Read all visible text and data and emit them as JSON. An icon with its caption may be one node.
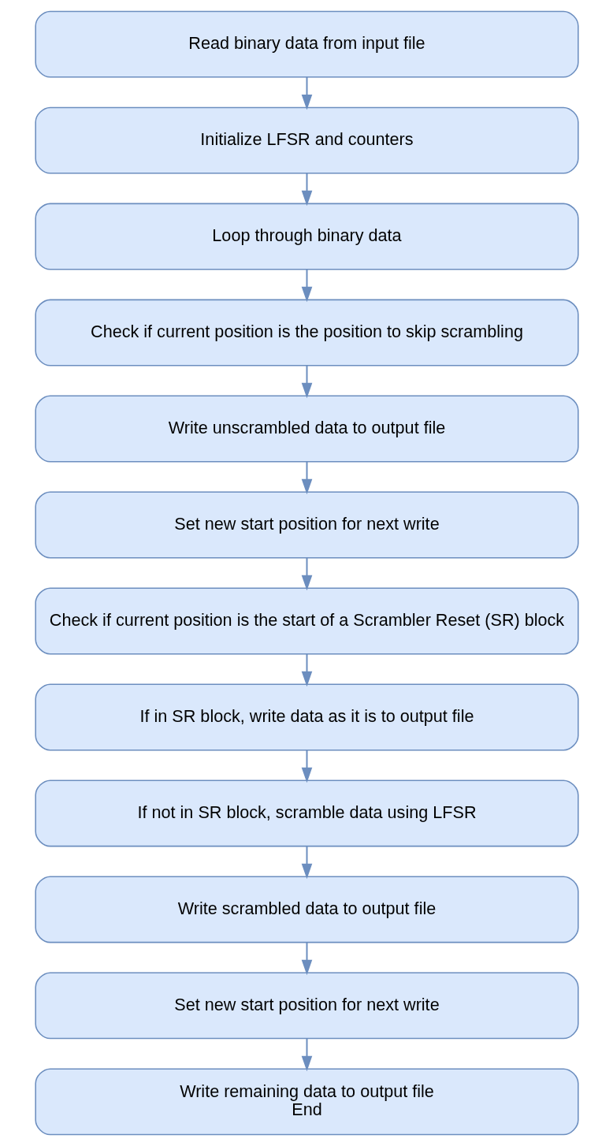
{
  "diagram": {
    "nodes": [
      {
        "text": [
          "Read binary data from input file"
        ]
      },
      {
        "text": [
          "Initialize LFSR and counters"
        ]
      },
      {
        "text": [
          "Loop through binary data"
        ]
      },
      {
        "text": [
          "Check if current position is the position to skip scrambling"
        ]
      },
      {
        "text": [
          "Write unscrambled data to output file"
        ]
      },
      {
        "text": [
          "Set new start position for next write"
        ]
      },
      {
        "text": [
          "Check if current position is the start of a Scrambler Reset (SR) block"
        ]
      },
      {
        "text": [
          "If in SR block, write data as it is to output file"
        ]
      },
      {
        "text": [
          "If not in SR block, scramble data using LFSR"
        ]
      },
      {
        "text": [
          "Write scrambled data to output file"
        ]
      },
      {
        "text": [
          "Set new start position for next write"
        ]
      },
      {
        "text": [
          "Write remaining data to output file",
          "End"
        ]
      }
    ],
    "edges": [
      {
        "from": 0,
        "to": 1,
        "arrow": "to"
      },
      {
        "from": 1,
        "to": 2,
        "arrow": "to"
      },
      {
        "from": 2,
        "to": 3,
        "arrow": "to"
      },
      {
        "from": 3,
        "to": 4,
        "arrow": "to"
      },
      {
        "from": 4,
        "to": 5,
        "arrow": "to"
      },
      {
        "from": 5,
        "to": 6,
        "arrow": "to"
      },
      {
        "from": 6,
        "to": 7,
        "arrow": "to"
      },
      {
        "from": 7,
        "to": 8,
        "arrow": "to"
      },
      {
        "from": 8,
        "to": 9,
        "arrow": "to"
      },
      {
        "from": 9,
        "to": 10,
        "arrow": "to"
      },
      {
        "from": 10,
        "to": 11,
        "arrow": "to"
      }
    ]
  }
}
